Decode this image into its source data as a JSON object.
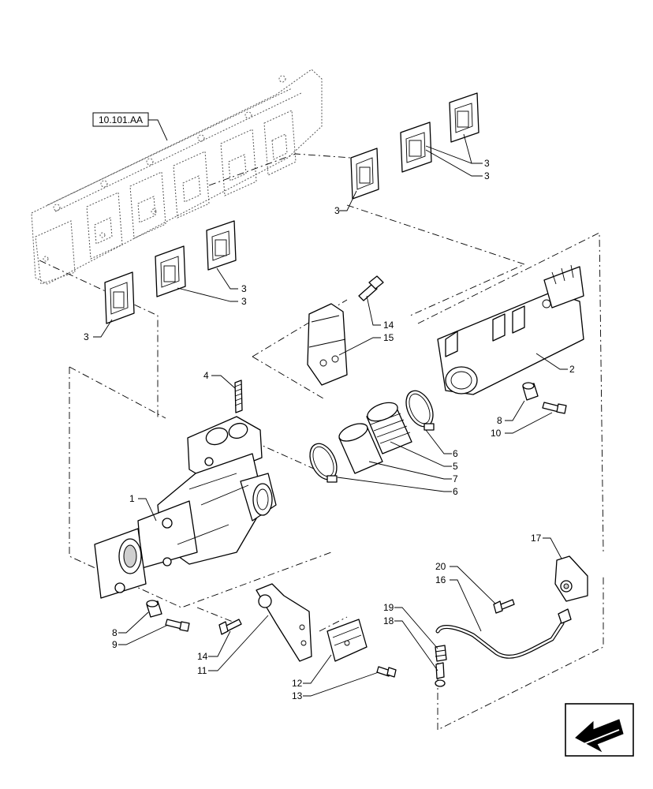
{
  "reference_box": "10.101.AA",
  "labels": {
    "l1": "1",
    "l2": "2",
    "l3a": "3",
    "l3b": "3",
    "l3c": "3",
    "l3d": "3",
    "l3e": "3",
    "l3f": "3",
    "l4": "4",
    "l5": "5",
    "l6a": "6",
    "l6b": "6",
    "l7": "7",
    "l8a": "8",
    "l8b": "8",
    "l9": "9",
    "l10": "10",
    "l11": "11",
    "l12": "12",
    "l13": "13",
    "l14a": "14",
    "l14b": "14",
    "l15": "15",
    "l16": "16",
    "l17": "17",
    "l18": "18",
    "l19": "19",
    "l20": "20"
  }
}
